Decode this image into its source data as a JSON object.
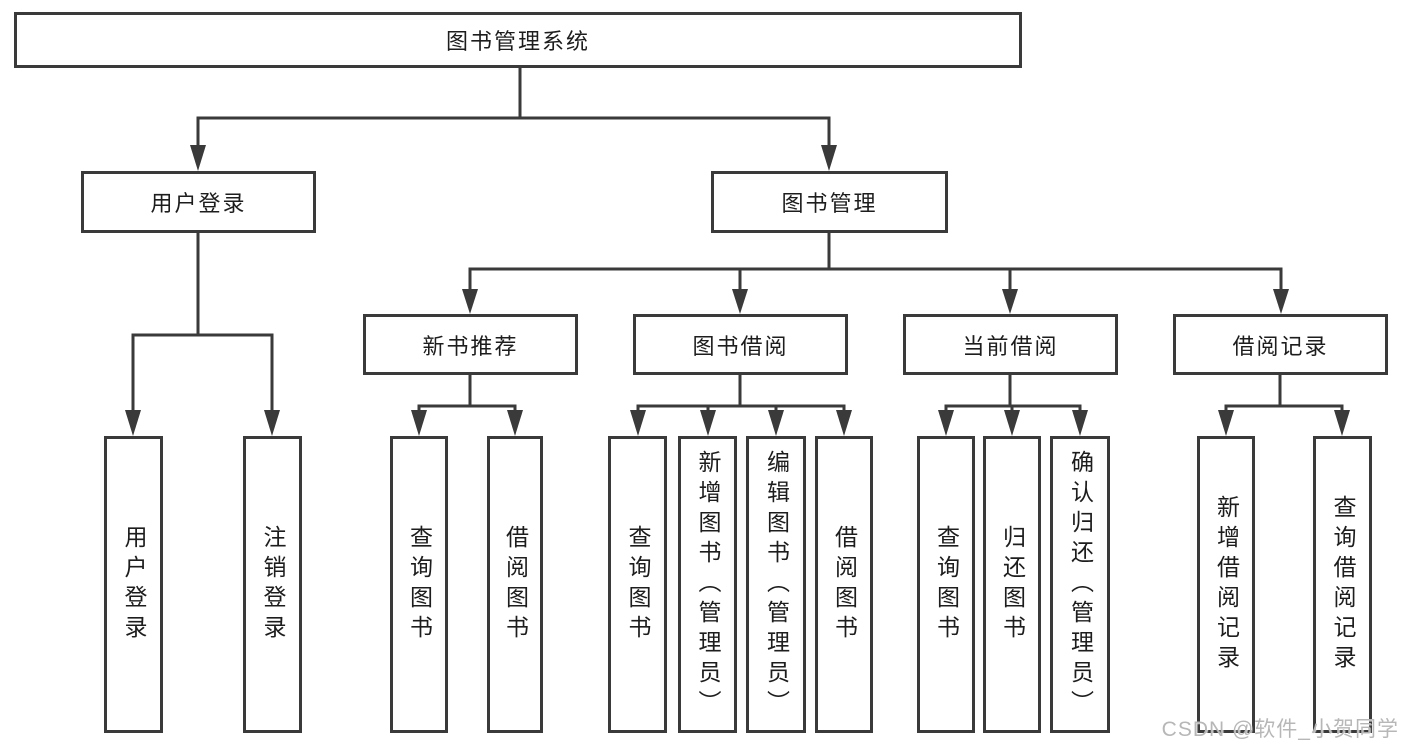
{
  "diagram_title": "图书管理系统",
  "tree": {
    "root": {
      "label": "图书管理系统",
      "children": [
        {
          "label": "用户登录",
          "children": [
            {
              "label": "用户登录"
            },
            {
              "label": "注销登录"
            }
          ]
        },
        {
          "label": "图书管理",
          "children": [
            {
              "label": "新书推荐",
              "children": [
                {
                  "label": "查询图书"
                },
                {
                  "label": "借阅图书"
                }
              ]
            },
            {
              "label": "图书借阅",
              "children": [
                {
                  "label": "查询图书"
                },
                {
                  "label": "新增图书（管理员）"
                },
                {
                  "label": "编辑图书（管理员）"
                },
                {
                  "label": "借阅图书"
                }
              ]
            },
            {
              "label": "当前借阅",
              "children": [
                {
                  "label": "查询图书"
                },
                {
                  "label": "归还图书"
                },
                {
                  "label": "确认归还（管理员）"
                }
              ]
            },
            {
              "label": "借阅记录",
              "children": [
                {
                  "label": "新增借阅记录"
                },
                {
                  "label": "查询借阅记录"
                }
              ]
            }
          ]
        }
      ]
    }
  },
  "watermark": {
    "text": "CSDN @软件_小贺同学"
  },
  "colors": {
    "line": "#3a3a3a",
    "node_border": "#3a3a3a",
    "node_text": "#1d1d1d",
    "background": "#ffffff",
    "watermark": "#b7b7b7"
  }
}
